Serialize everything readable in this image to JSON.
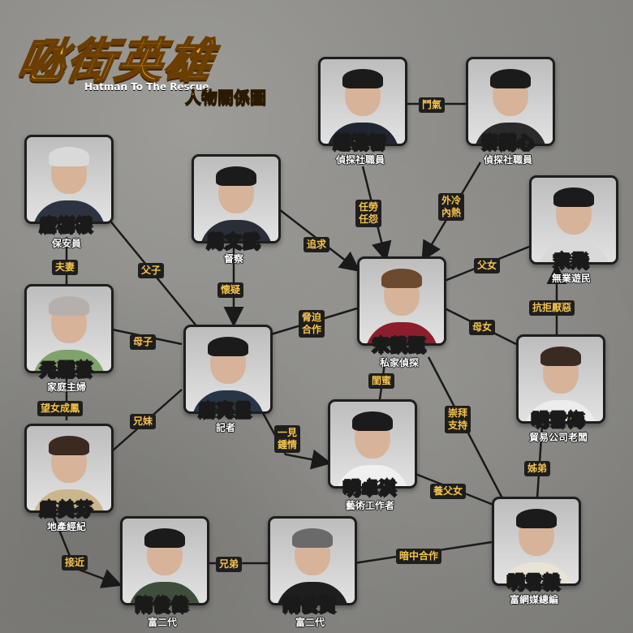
{
  "header": {
    "logo": "𠱁街英雄",
    "subtitle": "Hatman To The Rescue",
    "title": "人物關係圖"
  },
  "characters": [
    {
      "id": "tang_shugen",
      "name": "唐樹根",
      "role": "保安員"
    },
    {
      "id": "yuan_liyun",
      "name": "元麗芸",
      "role": "家庭主婦"
    },
    {
      "id": "tang_meifen",
      "name": "唐美芬",
      "role": "地產經紀"
    },
    {
      "id": "zhou_wenwu",
      "name": "周文武",
      "role": "督察"
    },
    {
      "id": "tang_liangxing",
      "name": "唐亮星",
      "role": "記者"
    },
    {
      "id": "zhao_jizhi",
      "name": "趙機智",
      "role": "偵探社職員"
    },
    {
      "id": "qin_kaixin",
      "name": "秦開心",
      "role": "偵探社職員"
    },
    {
      "id": "song_kaizhen",
      "name": "宋凱甄",
      "role": "私家偵探"
    },
    {
      "id": "song_fei",
      "name": "宋飛",
      "role": "無業遊民"
    },
    {
      "id": "ming_xuemei",
      "name": "明雪梅",
      "role": "貿易公司老闆"
    },
    {
      "id": "ming_zhuoqi",
      "name": "明卓淇",
      "role": "藝術工作者"
    },
    {
      "id": "ming_junyi",
      "name": "明君毅",
      "role": "富網媒總編"
    },
    {
      "id": "sui_junwei",
      "name": "隋俊偉",
      "role": "富二代"
    },
    {
      "id": "sui_junxian",
      "name": "隋俊賢",
      "role": "富二代"
    }
  ],
  "relations": [
    {
      "label": "鬥氣"
    },
    {
      "label": "任勞\n任怨"
    },
    {
      "label": "外冷\n內熱"
    },
    {
      "label": "追求"
    },
    {
      "label": "父女"
    },
    {
      "label": "抗拒厭惡"
    },
    {
      "label": "母女"
    },
    {
      "label": "父子"
    },
    {
      "label": "夫妻"
    },
    {
      "label": "懷疑"
    },
    {
      "label": "脅迫\n合作"
    },
    {
      "label": "母子"
    },
    {
      "label": "望女成鳳"
    },
    {
      "label": "兄妹"
    },
    {
      "label": "一見\n鍾情"
    },
    {
      "label": "閨蜜"
    },
    {
      "label": "崇拜\n支持"
    },
    {
      "label": "姊弟"
    },
    {
      "label": "養父女"
    },
    {
      "label": "暗中合作"
    },
    {
      "label": "兄弟"
    },
    {
      "label": "接近"
    }
  ]
}
